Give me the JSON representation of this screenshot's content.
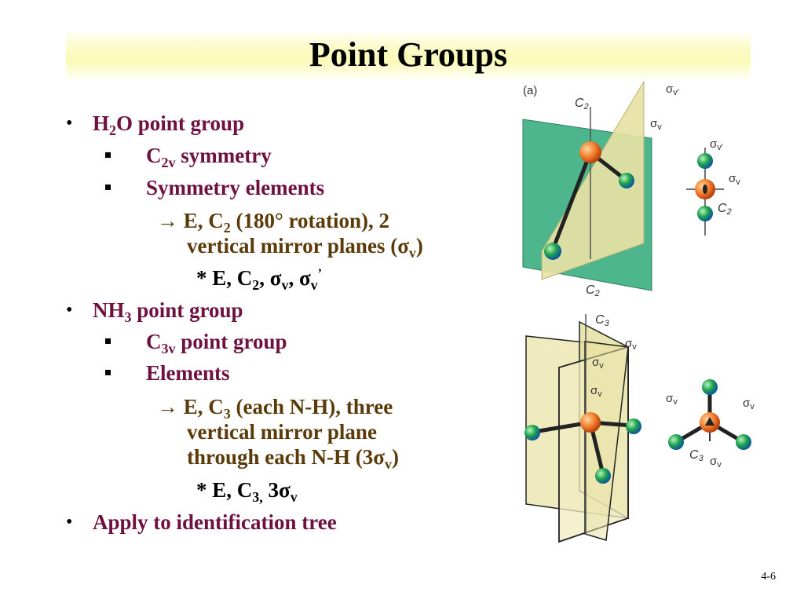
{
  "title": "Point Groups",
  "page_number": "4-6",
  "bullet_glyph": "•",
  "arrow_glyph": "→",
  "h2o": {
    "h": "H",
    "sub2": "2",
    "o": "O",
    "rest": "point group",
    "sym_c": "C",
    "sym_sub": "2v",
    "sym_rest": "symmetry",
    "elements_label": "Symmetry elements",
    "arrow_a": "E, C",
    "arrow_a_sub": "2",
    "arrow_a_rest": "(180° rotation), 2",
    "arrow_b": "vertical mirror planes (",
    "arrow_b_sigma": "σ",
    "arrow_b_sub": "v",
    "arrow_b_close": ")",
    "summary_star": "* E, C",
    "summary_sub": "2",
    "summary_mid": ", σ",
    "summary_sub_v": "v",
    "summary_mid2": ", σ",
    "summary_sub_v2": "v",
    "summary_prime": "’"
  },
  "nh3": {
    "nh": "NH",
    "sub3": "3",
    "rest": "point group",
    "sym_c": "C",
    "sym_sub": "3v",
    "sym_rest": "point group",
    "elements_label": "Elements",
    "arrow_a": "E, C",
    "arrow_a_sub": "3",
    "arrow_a_rest": "(each N-H), three",
    "arrow_b": "vertical mirror plane",
    "arrow_c": "through each N-H (3",
    "arrow_c_sigma": "σ",
    "arrow_c_sub": "v",
    "arrow_c_close": ")",
    "summary_star": "* E, C",
    "summary_sub": "3,",
    "summary_mid": " 3σ",
    "summary_sub_v": "v"
  },
  "apply": "Apply to identification tree",
  "figure": {
    "panel_a": "(a)",
    "c2": "C",
    "c2_sub": "2",
    "c3": "C",
    "c3_sub": "3",
    "sigma": "σ",
    "v": "v",
    "v_prime": "v′",
    "colors": {
      "green_plane": "#4db68d",
      "tan_plane": "#e6e2a4",
      "orange_atom": "#f07a2a",
      "green_atom": "#1fa24a",
      "blue_atom": "#1a6fb5"
    }
  }
}
